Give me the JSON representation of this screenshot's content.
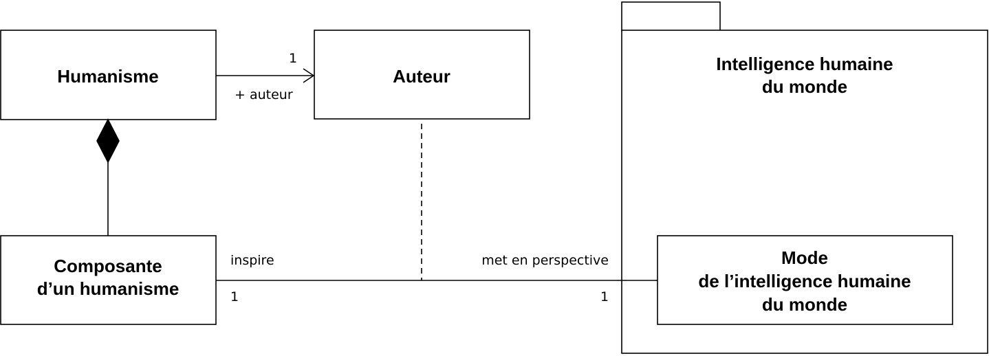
{
  "nodes": {
    "humanisme": {
      "title": "Humanisme"
    },
    "auteur": {
      "title": "Auteur"
    },
    "composante": {
      "line1": "Composante",
      "line2": "d’un humanisme"
    },
    "package": {
      "line1": "Intelligence humaine",
      "line2": "du monde"
    },
    "mode": {
      "line1": "Mode",
      "line2": "de l’intelligence humaine",
      "line3": "du monde"
    }
  },
  "edges": {
    "auteur_assoc": {
      "multiplicity": "1",
      "role": "+ auteur"
    },
    "inspire": {
      "label": "inspire",
      "multiplicity": "1"
    },
    "perspective": {
      "label": "met en perspective",
      "multiplicity": "1"
    }
  },
  "colors": {
    "stroke": "#000000",
    "fill": "#ffffff"
  }
}
